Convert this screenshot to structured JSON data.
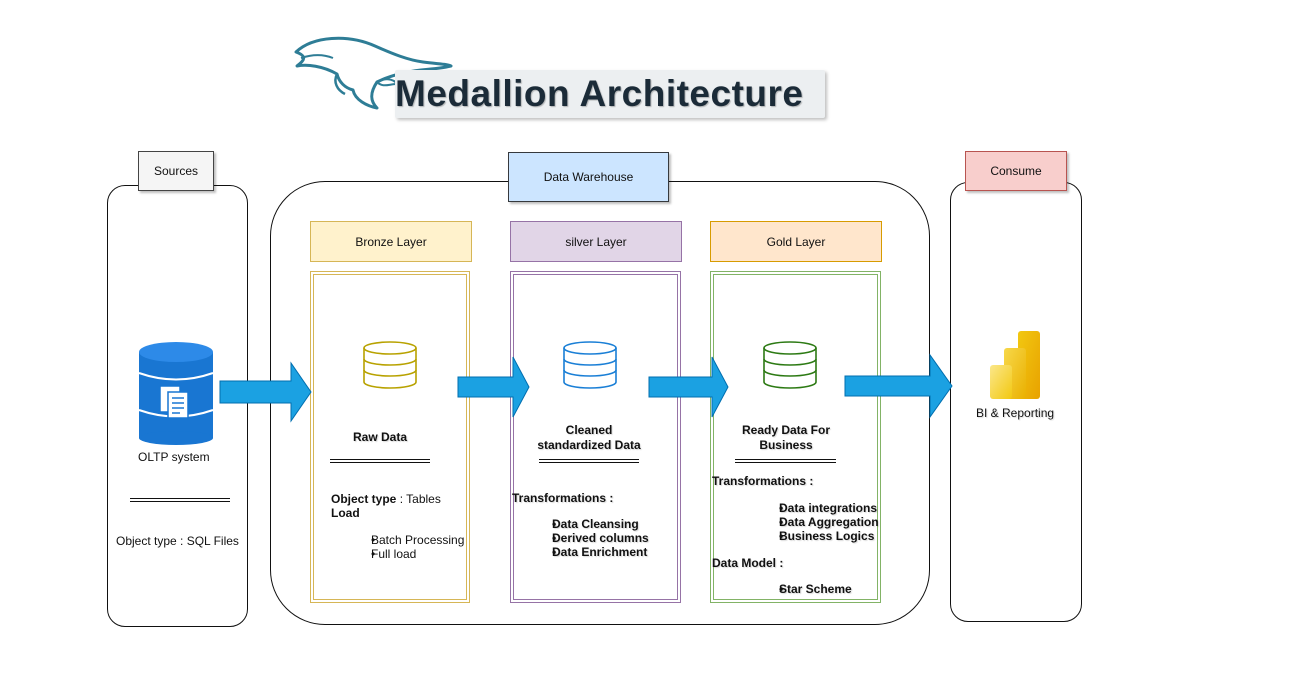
{
  "title": "Medallion Architecture",
  "sources": {
    "label": "Sources",
    "db_caption": "OLTP system",
    "object_type": "Object type : SQL  Files"
  },
  "warehouse": {
    "label": "Data Warehouse"
  },
  "bronze": {
    "label": "Bronze Layer",
    "caption": "Raw Data",
    "object_type_label": "Object type",
    "object_type_value": " : Tables",
    "load_label": "Load",
    "load_items": [
      "Batch Processing",
      "Full load"
    ]
  },
  "silver": {
    "label": "silver Layer",
    "caption_line1": "Cleaned",
    "caption_line2": "standardized Data",
    "transformations_label": "Transformations :",
    "transformations": [
      "Data Cleansing",
      "Derived columns",
      "Data Enrichment"
    ]
  },
  "gold": {
    "label": "Gold Layer",
    "caption_line1": "Ready Data For",
    "caption_line2": "Business",
    "transformations_label": "Transformations :",
    "transformations": [
      "Data integrations",
      "Data Aggregation",
      "Business Logics"
    ],
    "data_model_label": "Data Model :",
    "data_model": [
      "Star Scheme"
    ]
  },
  "consume": {
    "label": "Consume",
    "bi_caption": "BI & Reporting"
  },
  "colors": {
    "arrow": "#1ba1e2",
    "bronze_fill": "#fff2cc",
    "bronze_border": "#d6b656",
    "bronze_icon": "#b8a200",
    "silver_fill": "#e1d5e7",
    "silver_border": "#9673a6",
    "silver_icon": "#1a7fd6",
    "gold_fill": "#ffe6cc",
    "gold_border": "#d79b00",
    "gold_body_border": "#82b366",
    "gold_icon": "#2d7a14",
    "warehouse_fill": "#cce5ff",
    "warehouse_border": "#36393d",
    "consume_fill": "#f8cecc",
    "consume_border": "#b85450",
    "sources_fill": "#f5f5f5"
  },
  "icons": {
    "logo": "dolphin-logo",
    "source_db": "database-document-icon",
    "layer_db": "database-icon",
    "bi": "power-bi-icon",
    "arrows": "block-arrow-right"
  }
}
